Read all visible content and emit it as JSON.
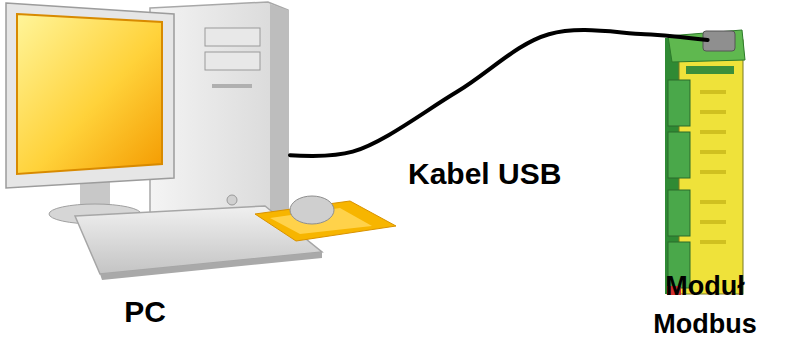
{
  "diagram": {
    "nodes": [
      {
        "text": [
          "PC"
        ]
      },
      {
        "text": [
          "Moduł Modbus"
        ]
      }
    ],
    "edges": [
      {
        "from": 0,
        "to": 1,
        "arrow": "none",
        "label": "Kabel USB"
      }
    ]
  }
}
